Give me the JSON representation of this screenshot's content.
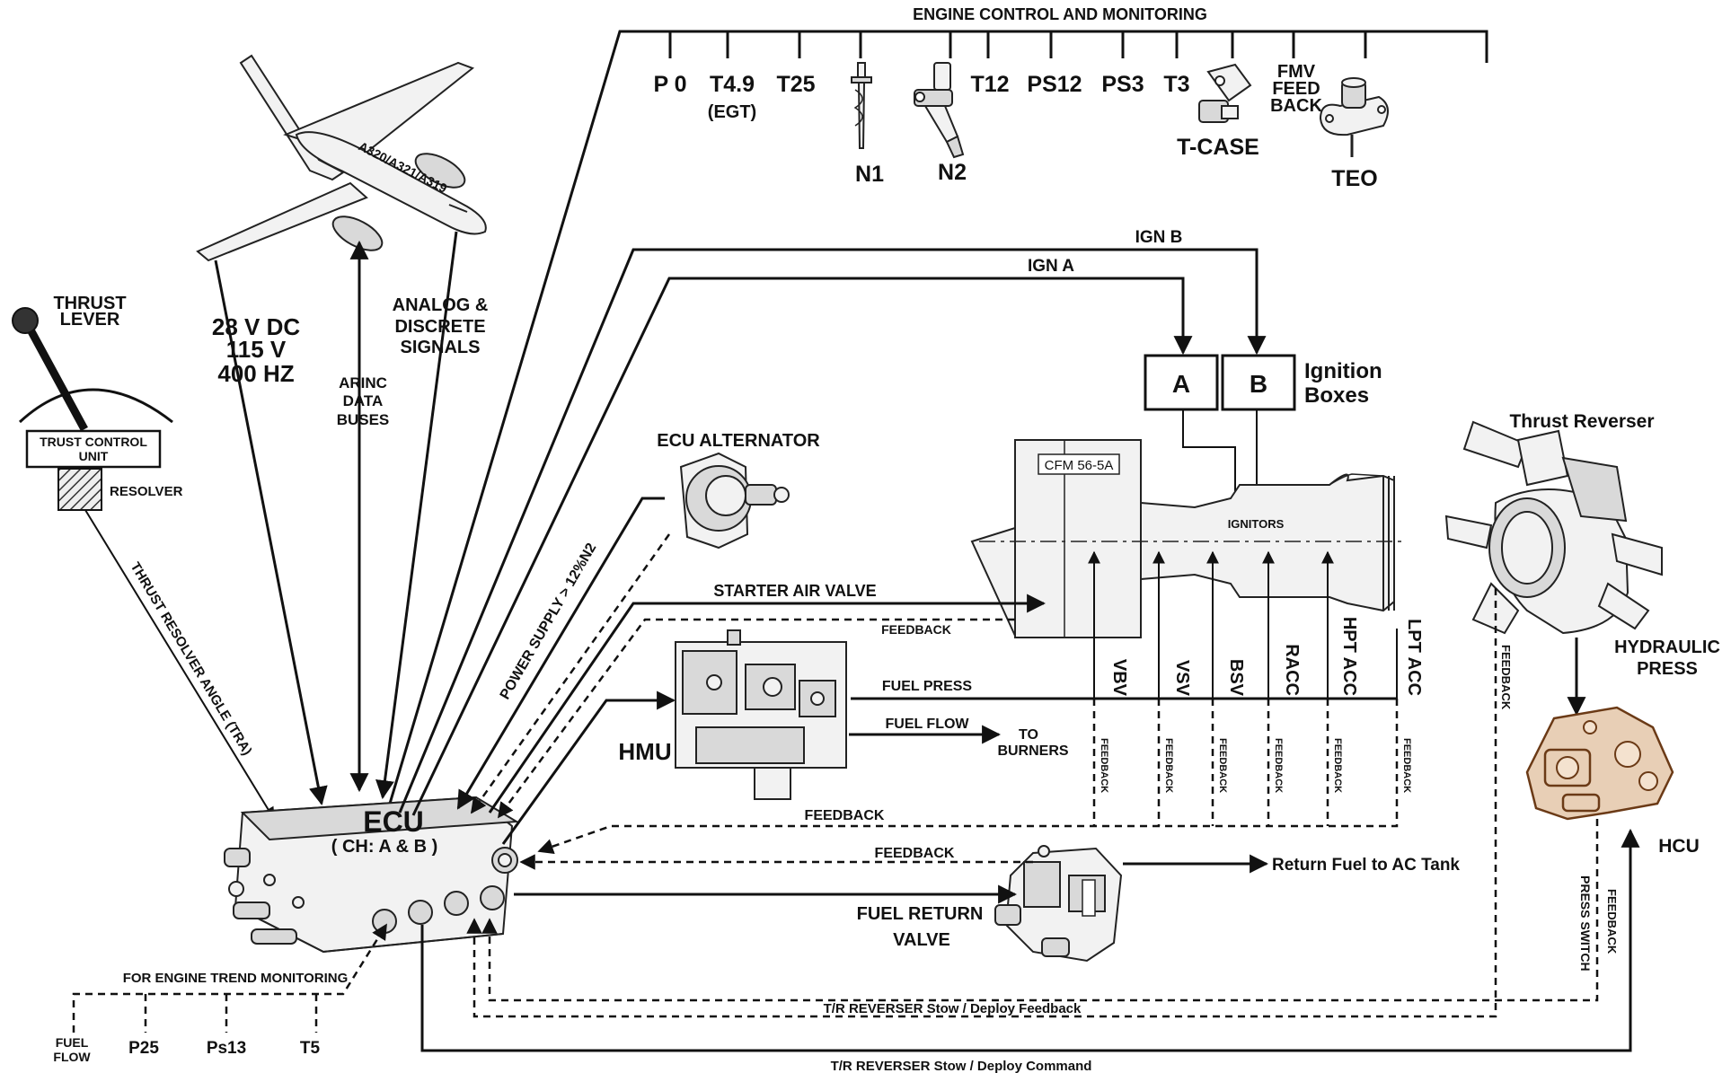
{
  "title": "ENGINE CONTROL AND MONITORING",
  "sensors": {
    "p0": "P 0",
    "t49": "T4.9",
    "egt": "(EGT)",
    "t25": "T25",
    "n1": "N1",
    "n2": "N2",
    "t12": "T12",
    "ps12": "PS12",
    "ps3": "PS3",
    "t3": "T3",
    "tcase": "T-CASE",
    "fmv1": "FMV",
    "fmv2": "FEED",
    "fmv3": "BACK",
    "teo": "TEO"
  },
  "aircraft": {
    "name": "A320/A321/A319",
    "power1": "28 V DC",
    "power2": "115 V",
    "power3": "400 HZ",
    "arinc1": "ARINC",
    "arinc2": "DATA",
    "arinc3": "BUSES",
    "analog1": "ANALOG &",
    "analog2": "DISCRETE",
    "analog3": "SIGNALS"
  },
  "thrust": {
    "lever1": "THRUST",
    "lever2": "LEVER",
    "unit1": "TRUST CONTROL",
    "unit2": "UNIT",
    "resolver": "RESOLVER",
    "tra": "THRUST RESOLVER ANGLE (TRA)"
  },
  "ecu": {
    "name": "ECU",
    "channels": "( CH: A & B )"
  },
  "ignition": {
    "ign_b": "IGN B",
    "ign_a": "IGN A",
    "box_a": "A",
    "box_b": "B",
    "boxes1": "Ignition",
    "boxes2": "Boxes",
    "ignitors": "IGNITORS"
  },
  "engine": {
    "model": "CFM 56-5A",
    "actuators": [
      "VBV",
      "VSV",
      "BSV",
      "RACC",
      "HPT ACC",
      "LPT ACC"
    ]
  },
  "alternator": {
    "name": "ECU ALTERNATOR",
    "power_supply": "POWER SUPPLY > 12%N2"
  },
  "starter": {
    "name": "STARTER AIR VALVE",
    "feedback": "FEEDBACK"
  },
  "hmu": {
    "name": "HMU",
    "fuel_press": "FUEL PRESS",
    "fuel_flow": "FUEL FLOW",
    "to1": "TO",
    "to2": "BURNERS",
    "feedback": "FEEDBACK",
    "act_feedback": "FEEDBACK"
  },
  "fuel_return": {
    "feedback": "FEEDBACK",
    "name1": "FUEL RETURN",
    "name2": "VALVE",
    "return": "Return Fuel to AC Tank"
  },
  "reverser": {
    "name": "Thrust Reverser",
    "hyd1": "HYDRAULIC",
    "hyd2": "PRESS",
    "hcu": "HCU",
    "feedback": "FEEDBACK",
    "press_switch": "PRESS SWITCH",
    "feedback2": "FEEDBACK",
    "stow_feedback": "T/R REVERSER Stow / Deploy Feedback",
    "stow_command": "T/R REVERSER Stow / Deploy Command"
  },
  "trend": {
    "label": "FOR ENGINE TREND MONITORING",
    "fuel1": "FUEL",
    "fuel2": "FLOW",
    "p25": "P25",
    "ps13": "Ps13",
    "t5": "T5"
  }
}
